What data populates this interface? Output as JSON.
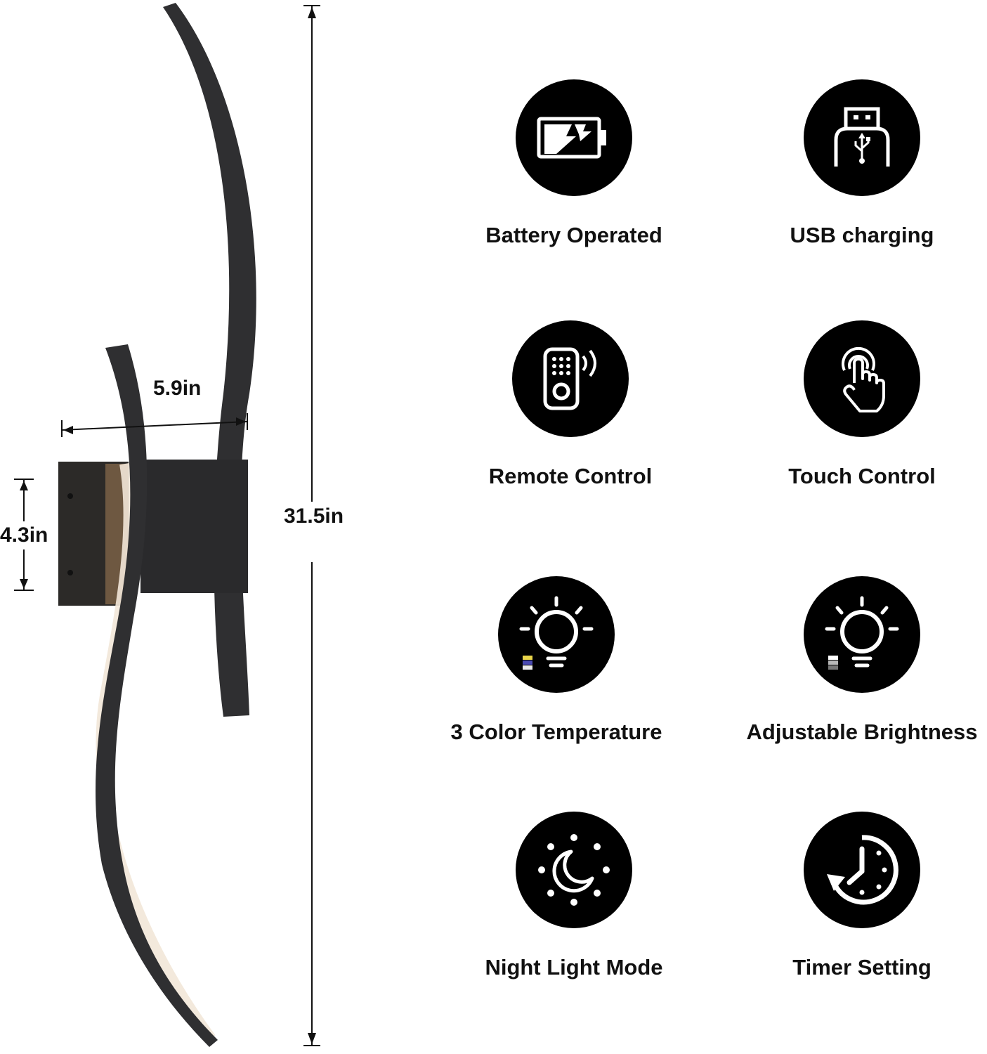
{
  "dimensions": {
    "width": "5.9in",
    "height": "31.5in",
    "base": "4.3in"
  },
  "features": [
    {
      "label": "Battery Operated",
      "icon": "battery-icon"
    },
    {
      "label": "USB charging",
      "icon": "usb-icon"
    },
    {
      "label": "Remote Control",
      "icon": "remote-icon"
    },
    {
      "label": "Touch Control",
      "icon": "touch-icon"
    },
    {
      "label": "3 Color Temperature",
      "icon": "color-temperature-icon"
    },
    {
      "label": "Adjustable Brightness",
      "icon": "brightness-icon"
    },
    {
      "label": "Night Light Mode",
      "icon": "night-light-icon"
    },
    {
      "label": "Timer Setting",
      "icon": "timer-icon"
    }
  ],
  "colors": {
    "background": "#ffffff",
    "icon_circle": "#000000",
    "lamp": "#2f2f31",
    "glow": "#f2e7d8"
  }
}
